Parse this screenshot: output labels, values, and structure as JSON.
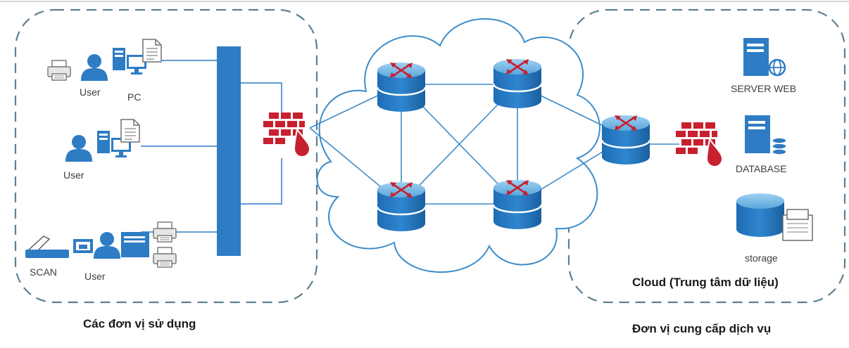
{
  "left_group": {
    "user_top": "User",
    "pc": "PC",
    "user_mid": "User",
    "scan": "SCAN",
    "user_bottom": "User",
    "caption": "Các đơn vị sử dụng"
  },
  "right_group": {
    "server_web": "SERVER WEB",
    "database": "DATABASE",
    "storage": "storage",
    "cloud_title": "Cloud (Trung tâm dữ liệu)",
    "caption": "Đơn vị cung cấp dịch vụ"
  },
  "colors": {
    "blue": "#2e7cc4",
    "dark_blue": "#1b5e9e",
    "red": "#c8202f",
    "dash": "#5f7f92"
  }
}
